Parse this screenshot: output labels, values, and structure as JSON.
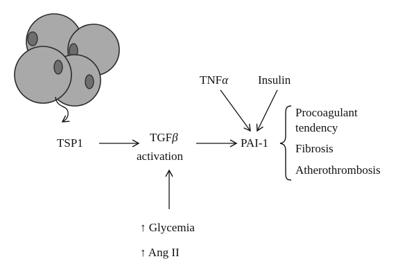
{
  "nodes": {
    "tsp1": "TSP1",
    "tgfb_line1_prefix": "TGF",
    "tgfb_line1_symbol": "β",
    "tgfb_line2": "activation",
    "pai1": "PAI-1",
    "tnfa_prefix": "TNF",
    "tnfa_symbol": "α",
    "insulin": "Insulin"
  },
  "outcomes": {
    "procoagulant_line1": "Procoagulant",
    "procoagulant_line2": "tendency",
    "fibrosis": "Fibrosis",
    "atherothrombosis": "Atherothrombosis"
  },
  "inputs": {
    "glycemia": "↑ Glycemia",
    "ang2": "↑ Ang II"
  },
  "colors": {
    "cell_fill": "#a9a9a9",
    "cell_stroke": "#2a2a2a",
    "nucleus_fill": "#6e6e6e",
    "line": "#111111"
  }
}
